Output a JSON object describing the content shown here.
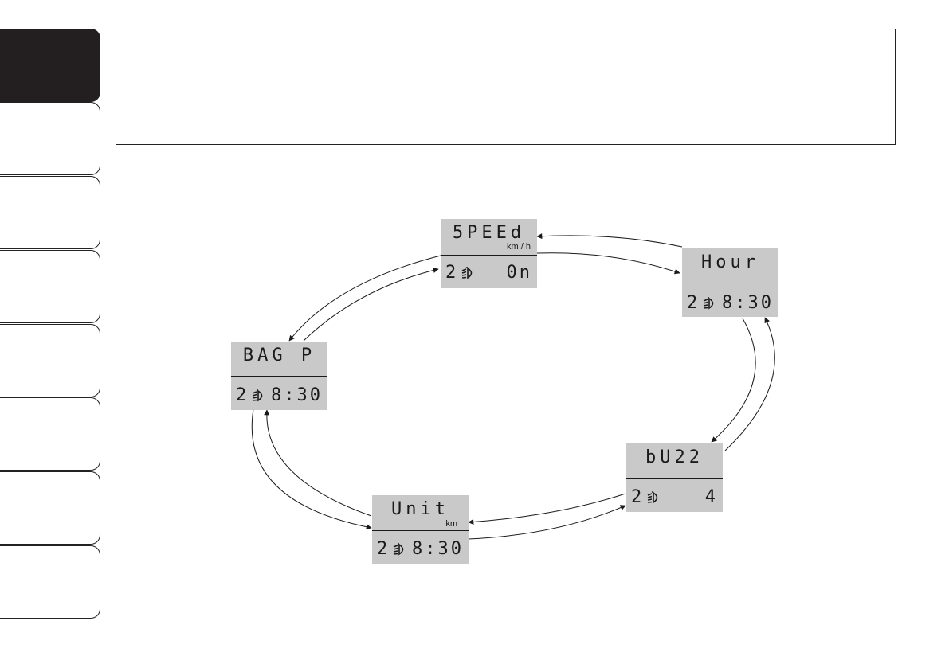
{
  "colors": {
    "lcd_background": "#c9c9c9",
    "ink": "#1a1a1a",
    "active_tab": "#231f20"
  },
  "tabs": {
    "count": 8,
    "active_index": 0
  },
  "icons": {
    "headlight": "headlight-beam-icon"
  },
  "displays": [
    {
      "id": "speed",
      "top": "5PEEd",
      "unit": "km / h",
      "level": "2",
      "value": "0n"
    },
    {
      "id": "hour",
      "top": "Hour",
      "unit": "",
      "level": "2",
      "value": "8:30"
    },
    {
      "id": "buzz",
      "top": "bU22",
      "unit": "",
      "level": "2",
      "value": "4"
    },
    {
      "id": "unit",
      "top": "Unit",
      "unit": "km",
      "level": "2",
      "value": "8:30"
    },
    {
      "id": "bag",
      "top": "BAG P",
      "unit": "",
      "level": "2",
      "value": "8:30"
    }
  ]
}
